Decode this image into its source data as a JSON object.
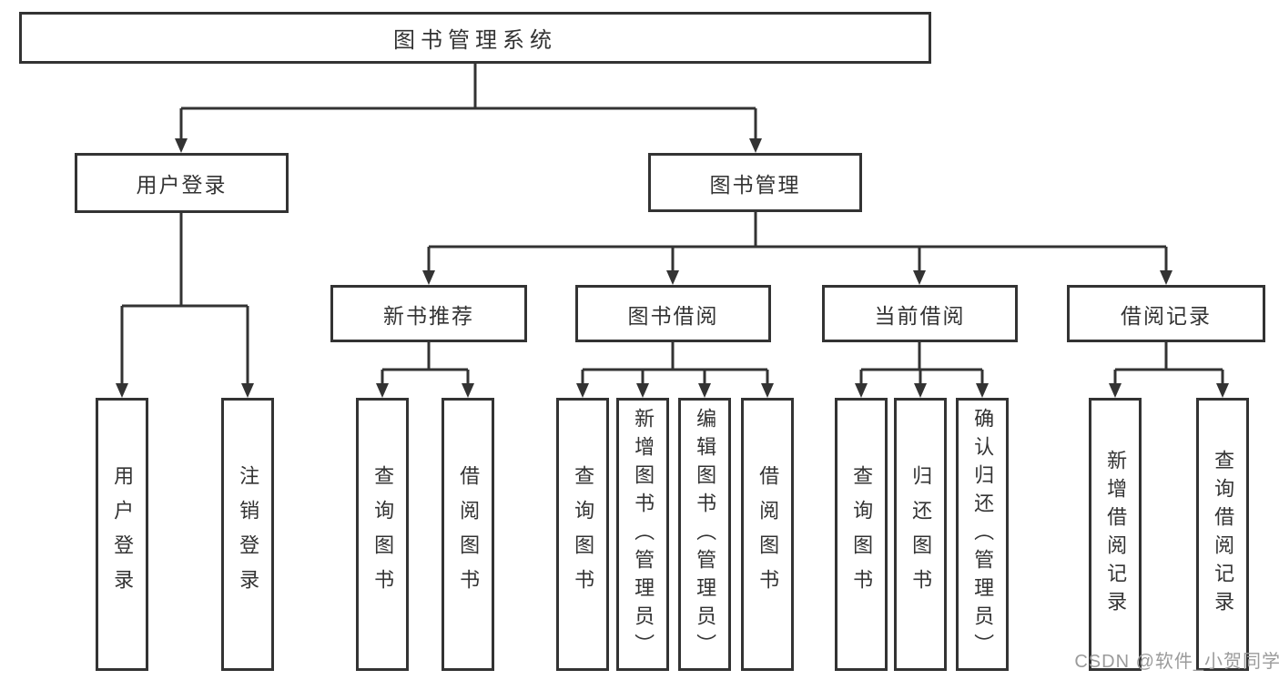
{
  "colors": {
    "line": "#333333",
    "text": "#333333",
    "watermark": "#9b9b9b",
    "background": "#ffffff"
  },
  "watermark": {
    "text": "CSDN @软件_小贺同学"
  },
  "diagram": {
    "root": {
      "label": "图书管理系统"
    },
    "branches": [
      {
        "label": "用户登录",
        "children": [
          {
            "label": "用户登录"
          },
          {
            "label": "注销登录"
          }
        ]
      },
      {
        "label": "图书管理",
        "children": [
          {
            "label": "新书推荐",
            "children": [
              {
                "label": "查询图书"
              },
              {
                "label": "借阅图书"
              }
            ]
          },
          {
            "label": "图书借阅",
            "children": [
              {
                "label": "查询图书"
              },
              {
                "label": "新增图书（管理员）"
              },
              {
                "label": "编辑图书（管理员）"
              },
              {
                "label": "借阅图书"
              }
            ]
          },
          {
            "label": "当前借阅",
            "children": [
              {
                "label": "查询图书"
              },
              {
                "label": "归还图书"
              },
              {
                "label": "确认归还（管理员）"
              }
            ]
          },
          {
            "label": "借阅记录",
            "children": [
              {
                "label": "新增借阅记录"
              },
              {
                "label": "查询借阅记录"
              }
            ]
          }
        ]
      }
    ]
  }
}
